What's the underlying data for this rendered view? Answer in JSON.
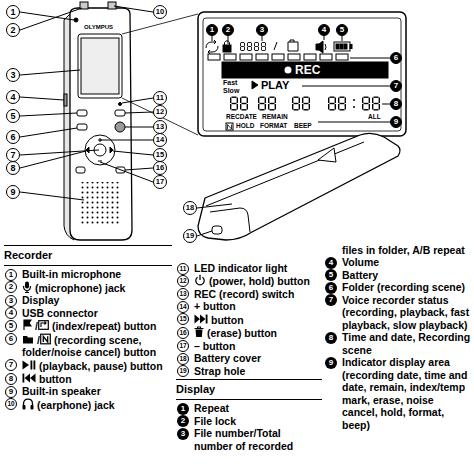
{
  "diagram": {
    "labels": [
      "1",
      "2",
      "3",
      "4",
      "5",
      "6",
      "7",
      "8",
      "9",
      "10",
      "11",
      "12",
      "13",
      "14",
      "15",
      "16",
      "17",
      "18",
      "19",
      "1",
      "2",
      "3",
      "4",
      "5",
      "6",
      "7",
      "8",
      "9",
      "OLYMPUS",
      "REC",
      "Fast",
      "Slow",
      "PLAY",
      "RECDATE",
      "REMAIN",
      "ALL",
      "HOLD",
      "FORMAT",
      "BEEP",
      "Recorder",
      "1",
      "Built-in microphone",
      "2",
      "(microphone) jack",
      "3",
      "Display",
      "4",
      "USB connector",
      "5",
      "/",
      "(index/repeat) button",
      "6",
      "/",
      "(recording scene, folder/noise cancel) button",
      "7",
      "(playback, pause) button",
      "8",
      "button",
      "9",
      "Built-in speaker",
      "10",
      "(earphone) jack",
      "11",
      "LED indicator light",
      "12",
      "(power, hold) button",
      "13",
      "REC (record) switch",
      "14",
      "+ button",
      "15",
      "button",
      "16",
      "(erase) button",
      "17",
      "– button",
      "18",
      "Battery cover",
      "19",
      "Strap hole",
      "Display",
      "1",
      "Repeat",
      "2",
      "File lock",
      "3",
      "File number/Total number of recorded",
      "files in folder, A/B repeat",
      "4",
      "Volume",
      "5",
      "Battery",
      "6",
      "Folder (recording scene)",
      "7",
      "Voice recorder status (recording, playback, fast playback, slow playback)",
      "8",
      "Time and date, Recording scene",
      "9",
      "Indicator display area (recording date, time and date, remain, index/temp mark, erase, noise cancel, hold, format, beep)"
    ]
  }
}
